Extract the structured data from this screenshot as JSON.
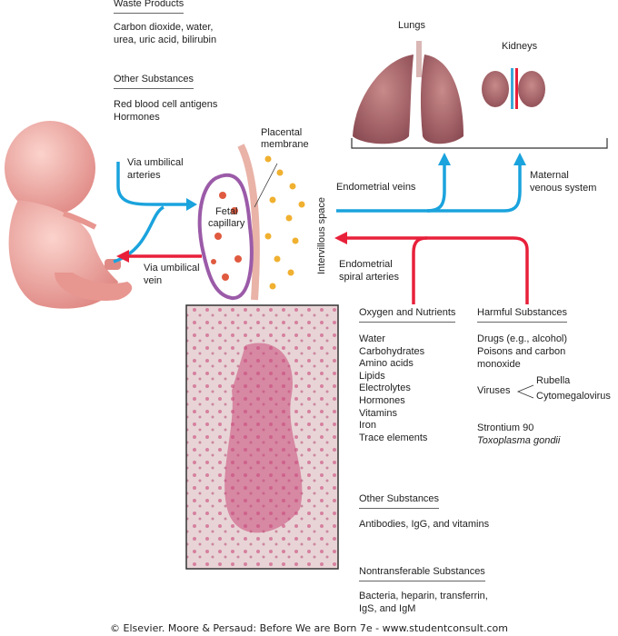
{
  "waste": {
    "heading": "Waste Products",
    "lines": [
      "Carbon dioxide, water,",
      "urea, uric acid, bilirubin"
    ]
  },
  "other_fetal": {
    "heading": "Other Substances",
    "lines": [
      "Red blood cell antigens",
      "Hormones"
    ]
  },
  "organs": {
    "lungs": "Lungs",
    "kidneys": "Kidneys"
  },
  "labels": {
    "placental_membrane": [
      "Placental",
      "membrane"
    ],
    "via_arteries": [
      "Via umbilical",
      "arteries"
    ],
    "via_vein": [
      "Via umbilical",
      "vein"
    ],
    "fetal_capillary": [
      "Fetal",
      "capillary"
    ],
    "intervillous": "Intervillous space",
    "endometrial_veins": "Endometrial veins",
    "maternal_venous": [
      "Maternal",
      "venous system"
    ],
    "spiral_arteries": [
      "Endometrial",
      "spiral arteries"
    ]
  },
  "nutrients": {
    "heading": "Oxygen and Nutrients",
    "items": [
      "Water",
      "Carbohydrates",
      "Amino acids",
      "Lipids",
      "Electrolytes",
      "Hormones",
      "Vitamins",
      "Iron",
      "Trace elements"
    ]
  },
  "harmful": {
    "heading": "Harmful Substances",
    "drugs": "Drugs (e.g., alcohol)",
    "poisons": [
      "Poisons and carbon",
      "monoxide"
    ],
    "viruses": "Viruses",
    "virus_list": [
      "Rubella",
      "Cytomegalovirus"
    ],
    "strontium": "Strontium 90",
    "toxo": "Toxoplasma gondii"
  },
  "other_maternal": {
    "heading": "Other Substances",
    "text": "Antibodies, IgG, and vitamins"
  },
  "nontransferable": {
    "heading": "Nontransferable Substances",
    "lines": [
      "Bacteria, heparin, transferrin,",
      "IgS, and IgM"
    ]
  },
  "footer": "© Elsevier. Moore & Persaud: Before We are Born 7e - www.studentconsult.com",
  "colors": {
    "blue": "#1aa3dd",
    "red": "#e8203a",
    "fetus": "#f2a8a0",
    "micrograph": "#c9487a"
  }
}
